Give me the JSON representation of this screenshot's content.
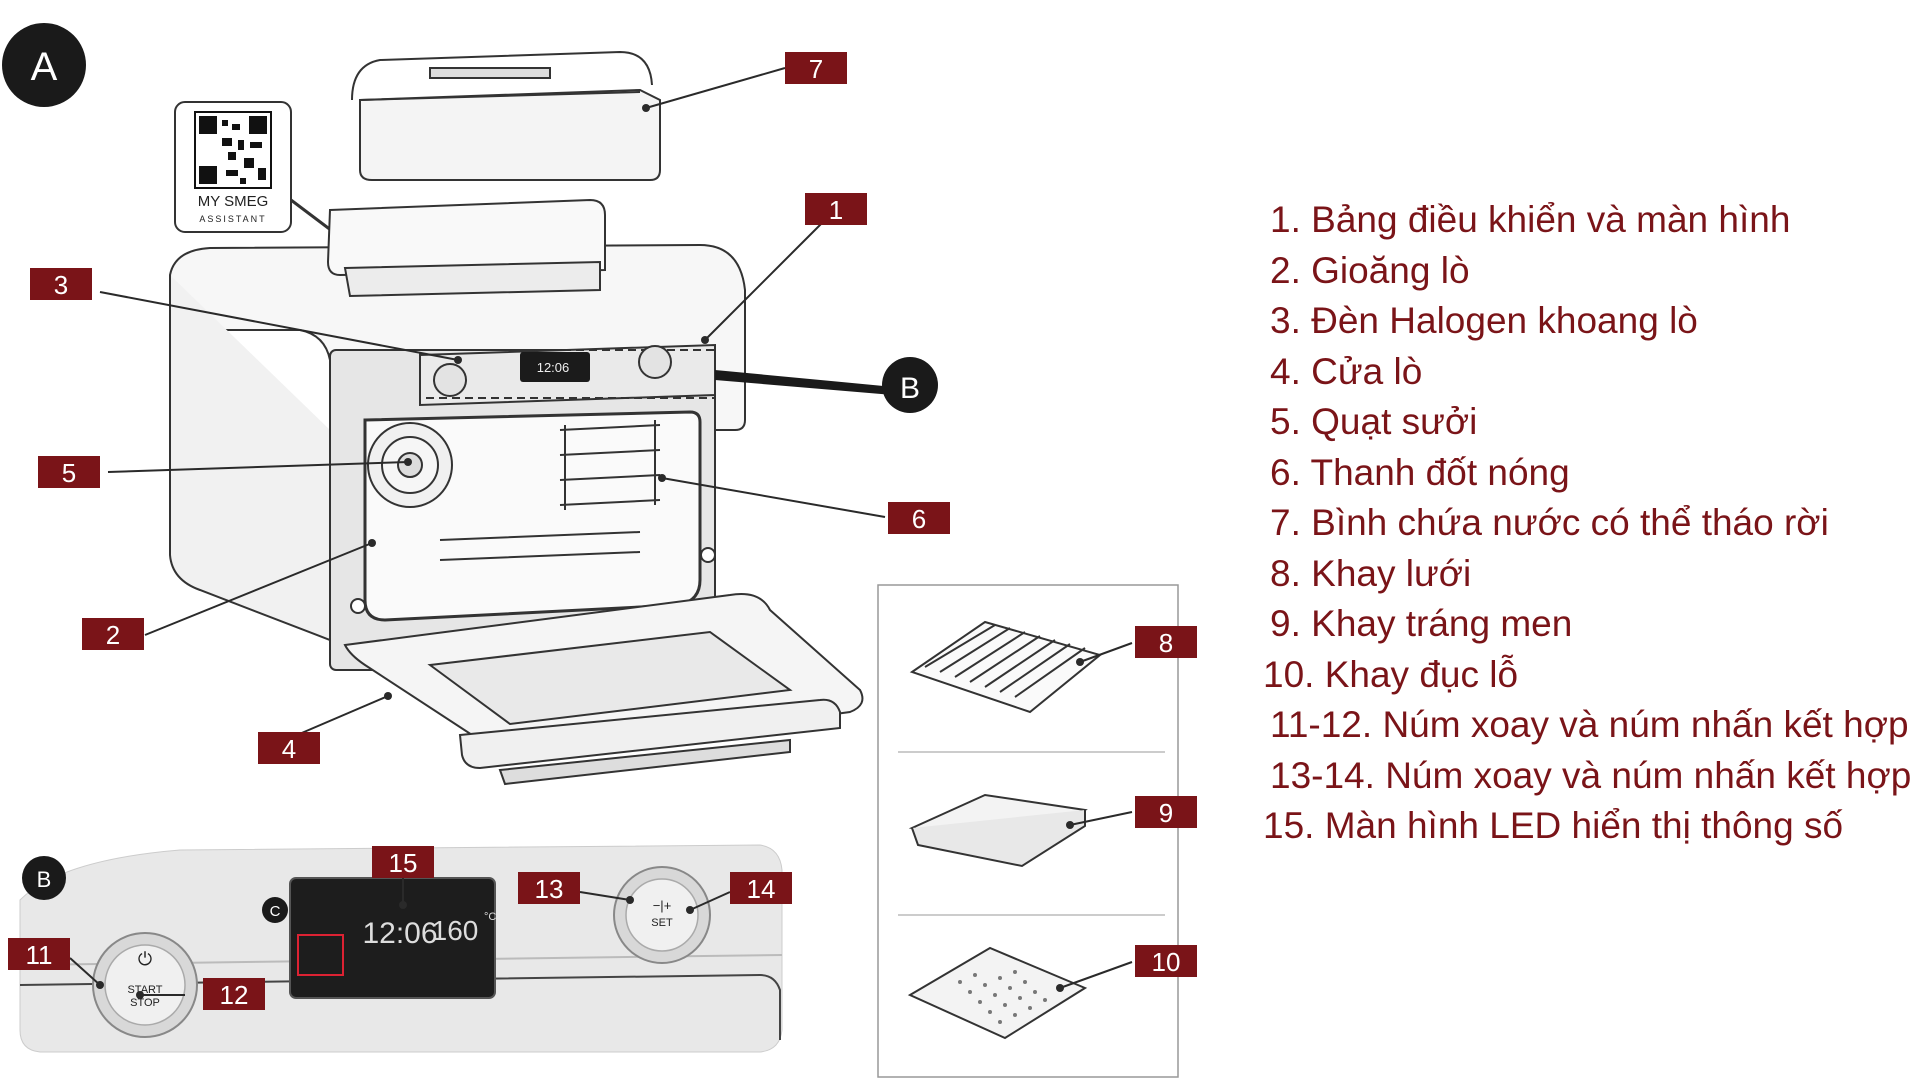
{
  "section_badges": {
    "a": "A",
    "b_main": "B",
    "b_detail": "B",
    "c": "C"
  },
  "qr": {
    "line1": "MY SMEG",
    "line2": "ASSISTANT"
  },
  "callouts": [
    "1",
    "2",
    "3",
    "4",
    "5",
    "6",
    "7",
    "8",
    "9",
    "10",
    "11",
    "12",
    "13",
    "14",
    "15"
  ],
  "display": {
    "time": "12:06",
    "temp": "160",
    "unit": "°C"
  },
  "knob_right": {
    "sign": "−|+",
    "label": "SET"
  },
  "knob_left": {
    "label1": "START",
    "label2": "STOP"
  },
  "legend": [
    "1. Bảng điều khiển và màn hình",
    "2. Gioăng lò",
    "3. Đèn Halogen khoang lò",
    "4. Cửa lò",
    "5. Quạt sưởi",
    "6. Thanh đốt nóng",
    "7. Bình chứa nước có thể tháo rời",
    "8. Khay lưới",
    "9. Khay tráng men",
    "10. Khay đục lỗ",
    "11-12. Núm xoay và núm nhấn kết hợp",
    "13-14. Núm xoay và núm nhấn kết hợp",
    "15. Màn hình LED hiển thị thông số"
  ],
  "colors": {
    "callout_bg": "#7a1418",
    "legend_text": "#7a1418",
    "badge_bg": "#1a1a1a",
    "line": "#2a2a2a"
  }
}
